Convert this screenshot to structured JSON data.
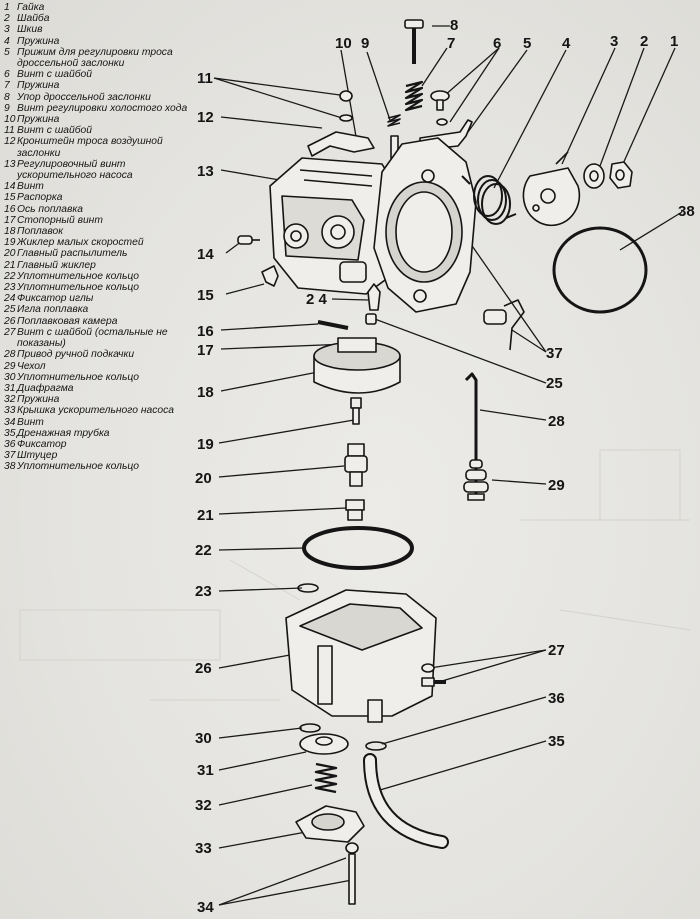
{
  "legend": [
    {
      "num": "1",
      "text": "Гайка"
    },
    {
      "num": "2",
      "text": "Шайба"
    },
    {
      "num": "3",
      "text": "Шкив"
    },
    {
      "num": "4",
      "text": "Пружина"
    },
    {
      "num": "5",
      "text": "Прижим для регулировки троса дроссельной заслонки"
    },
    {
      "num": "6",
      "text": "Винт с шайбой"
    },
    {
      "num": "7",
      "text": "Пружина"
    },
    {
      "num": "8",
      "text": "Упор дроссельной заслонки"
    },
    {
      "num": "9",
      "text": "Винт регулировки холостого хода"
    },
    {
      "num": "10",
      "text": "Пружина"
    },
    {
      "num": "11",
      "text": "Винт с шайбой"
    },
    {
      "num": "12",
      "text": "Кронштейн троса воздушной заслонки"
    },
    {
      "num": "13",
      "text": "Регулировочный винт ускорительного насоса"
    },
    {
      "num": "14",
      "text": "Винт"
    },
    {
      "num": "15",
      "text": "Распорка"
    },
    {
      "num": "16",
      "text": "Ось поплавка"
    },
    {
      "num": "17",
      "text": "Стопорный винт"
    },
    {
      "num": "18",
      "text": "Поплавок"
    },
    {
      "num": "19",
      "text": "Жиклер малых скоростей"
    },
    {
      "num": "20",
      "text": "Главный распылитель"
    },
    {
      "num": "21",
      "text": "Главный жиклер"
    },
    {
      "num": "22",
      "text": "Уплотнительное кольцо"
    },
    {
      "num": "23",
      "text": "Уплотнительное кольцо"
    },
    {
      "num": "24",
      "text": "Фиксатор иглы"
    },
    {
      "num": "25",
      "text": "Игла поплавка"
    },
    {
      "num": "26",
      "text": "Поплавковая камера"
    },
    {
      "num": "27",
      "text": "Винт с шайбой (остальные не показаны)"
    },
    {
      "num": "28",
      "text": "Привод ручной подкачки"
    },
    {
      "num": "29",
      "text": "Чехол"
    },
    {
      "num": "30",
      "text": "Уплотнительное кольцо"
    },
    {
      "num": "31",
      "text": "Диафрагма"
    },
    {
      "num": "32",
      "text": "Пружина"
    },
    {
      "num": "33",
      "text": "Крышка ускорительного насоса"
    },
    {
      "num": "34",
      "text": "Винт"
    },
    {
      "num": "35",
      "text": "Дренажная трубка"
    },
    {
      "num": "36",
      "text": "Фиксатор"
    },
    {
      "num": "37",
      "text": "Штуцер"
    },
    {
      "num": "38",
      "text": "Уплотнительное кольцо"
    }
  ],
  "callouts": {
    "c1": "1",
    "c2": "2",
    "c3": "3",
    "c4": "4",
    "c5": "5",
    "c6": "6",
    "c7": "7",
    "c8": "8",
    "c9": "9",
    "c10": "10",
    "c11": "11",
    "c12": "12",
    "c13": "13",
    "c14": "14",
    "c15": "15",
    "c16": "16",
    "c17": "17",
    "c18": "18",
    "c19": "19",
    "c20": "20",
    "c21": "21",
    "c22": "22",
    "c23": "23",
    "c24": "2 4",
    "c25": "25",
    "c26": "26",
    "c27": "27",
    "c28": "28",
    "c29": "29",
    "c30": "30",
    "c31": "31",
    "c32": "32",
    "c33": "33",
    "c34": "34",
    "c35": "35",
    "c36": "36",
    "c37": "37",
    "c38": "38"
  }
}
